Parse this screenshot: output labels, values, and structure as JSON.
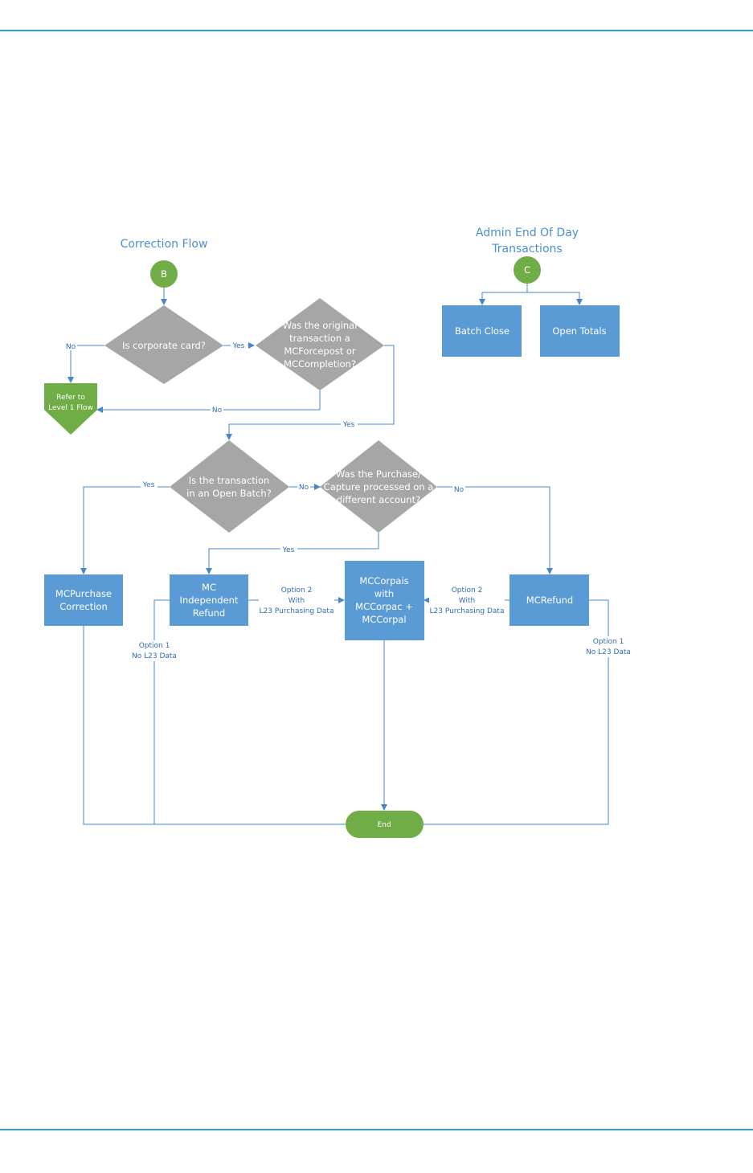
{
  "colors": {
    "rule": "#2aa7c9",
    "title_text": "#4a90cf",
    "process_fill": "#5b9bd5",
    "decision_fill": "#a6a6a6",
    "terminal_fill": "#70ad47",
    "connector_line": "#4a86c5",
    "edge_label_text": "#2f6db3"
  },
  "correction_flow": {
    "title": "Correction Flow",
    "connector_b": "B",
    "decision_corporate_card": [
      "Is corporate card?"
    ],
    "decision_original_transaction": [
      "Was the original",
      "transaction a",
      "MCForcepost or",
      "MCCompletion?"
    ],
    "offpage_refer": [
      "Refer to",
      "Level 1 Flow"
    ],
    "decision_open_batch": [
      "Is the transaction",
      "in an Open Batch?"
    ],
    "decision_different_account": [
      "Was the Purchase/",
      "Capture processed on a",
      "different account?"
    ],
    "process_mcpurchase_correction": [
      "MCPurchase",
      "Correction"
    ],
    "process_mc_independent_refund": [
      "MC",
      "Independent",
      "Refund"
    ],
    "process_mccorpais": [
      "MCCorpais",
      "with",
      "MCCorpac +",
      "MCCorpal"
    ],
    "process_mcrefund": [
      "MCRefund"
    ],
    "terminal_end": "End",
    "edge_labels": {
      "no_corporate": "No",
      "yes_corporate": "Yes",
      "no_original": "No",
      "yes_original": "Yes",
      "yes_open_batch": "Yes",
      "no_open_batch": "No",
      "no_different_account": "No",
      "yes_different_account": "Yes",
      "option2_left": [
        "Option 2",
        "With",
        "L23 Purchasing Data"
      ],
      "option2_right": [
        "Option 2",
        "With",
        "L23 Purchasing Data"
      ],
      "option1_left": [
        "Option 1",
        "No L23 Data"
      ],
      "option1_right": [
        "Option 1",
        "No L23 Data"
      ]
    }
  },
  "admin_flow": {
    "title": [
      "Admin End Of Day",
      "Transactions"
    ],
    "connector_c": "C",
    "process_batch_close": "Batch Close",
    "process_open_totals": "Open Totals"
  }
}
